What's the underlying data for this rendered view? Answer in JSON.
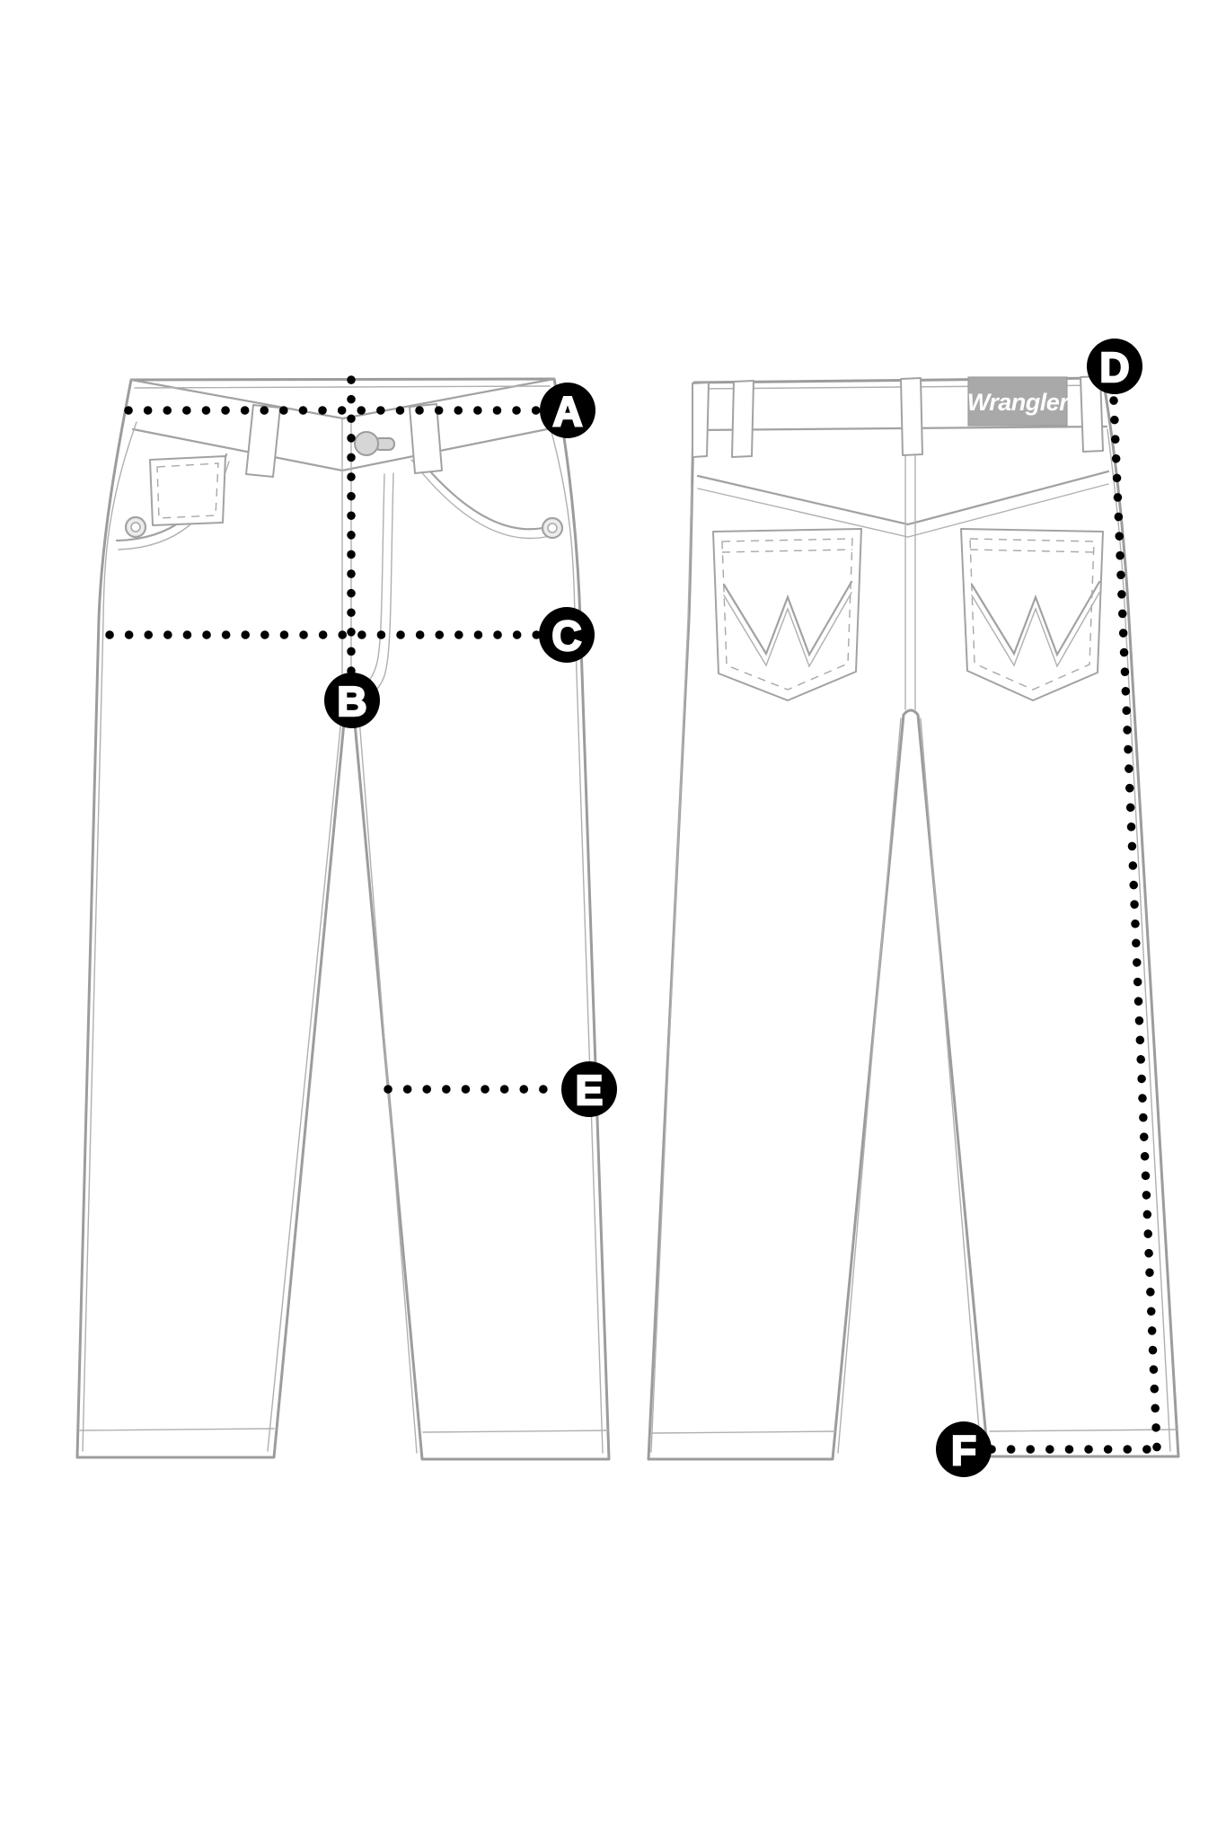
{
  "diagram": {
    "background_color": "#ffffff",
    "art_color": "#9c9c9c",
    "marker_style": {
      "bg": "#000000",
      "text": "#ffffff"
    },
    "markers": [
      {
        "letter": "A"
      },
      {
        "letter": "B"
      },
      {
        "letter": "C"
      },
      {
        "letter": "D"
      },
      {
        "letter": "E"
      },
      {
        "letter": "F"
      }
    ],
    "brand_patch": {
      "label": "Wrangler",
      "bg": "#a9a9a9",
      "text": "#ffffff"
    }
  }
}
